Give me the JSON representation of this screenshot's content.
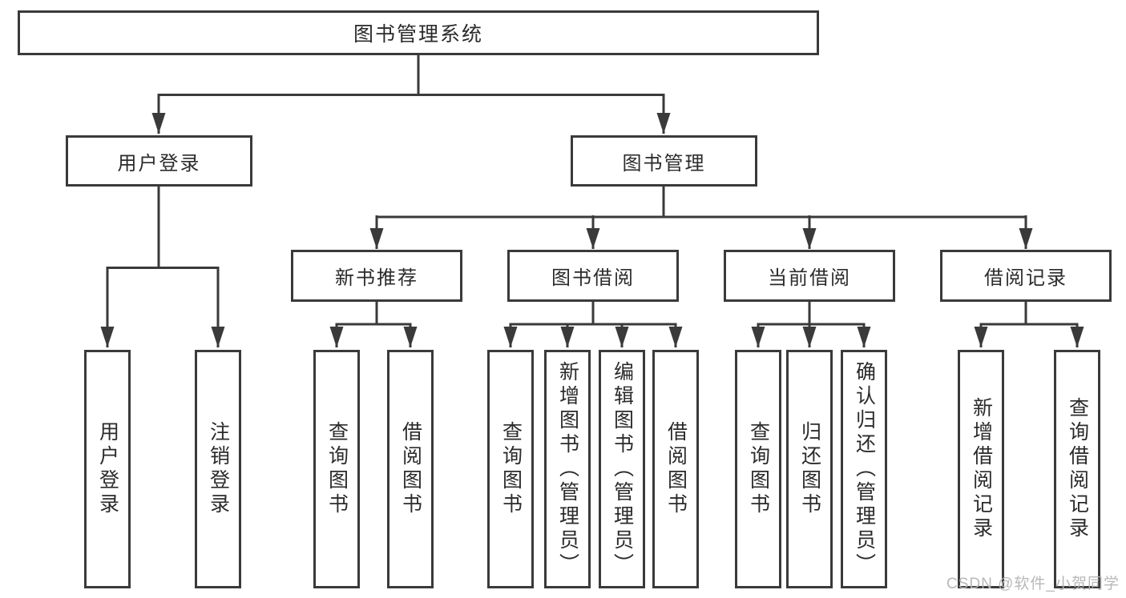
{
  "diagram": {
    "root": {
      "label": "图书管理系统"
    },
    "level1": [
      {
        "label": "用户登录"
      },
      {
        "label": "图书管理"
      }
    ],
    "level2": [
      {
        "label": "新书推荐"
      },
      {
        "label": "图书借阅"
      },
      {
        "label": "当前借阅"
      },
      {
        "label": "借阅记录"
      }
    ],
    "leaves": [
      {
        "label": "用户登录"
      },
      {
        "label": "注销登录"
      },
      {
        "label": "查询图书"
      },
      {
        "label": "借阅图书"
      },
      {
        "label": "查询图书"
      },
      {
        "label": "新增图书（管理员）"
      },
      {
        "label": "编辑图书（管理员）"
      },
      {
        "label": "借阅图书"
      },
      {
        "label": "查询图书"
      },
      {
        "label": "归还图书"
      },
      {
        "label": "确认归还（管理员）"
      },
      {
        "label": "新增借阅记录"
      },
      {
        "label": "查询借阅记录"
      }
    ]
  },
  "watermark": {
    "text": "CSDN @软件_小贺同学"
  },
  "colors": {
    "line": "#3a3a3a",
    "box_border": "#3a3a3a",
    "text": "#2b2b2b",
    "watermark": "#b5b5b5",
    "background": "#ffffff"
  }
}
